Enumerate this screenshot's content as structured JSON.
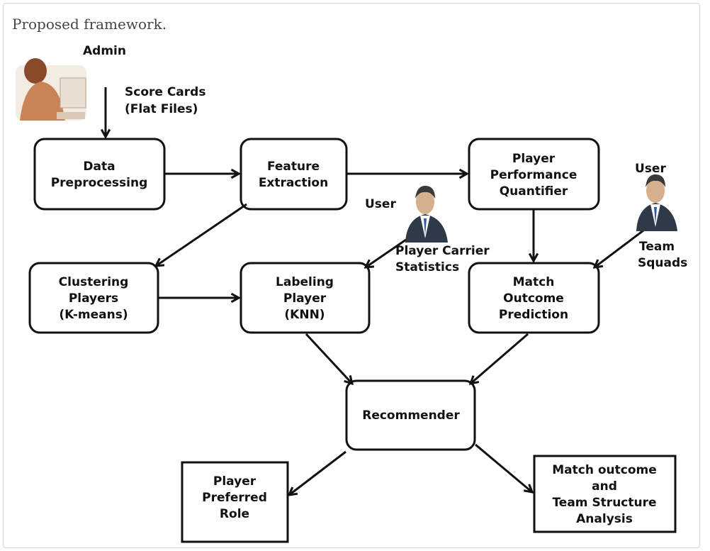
{
  "caption": "Proposed framework.",
  "actors": {
    "admin": "Admin",
    "user1": "User",
    "user2": "User"
  },
  "labels": {
    "score_cards_1": "Score Cards",
    "score_cards_2": "(Flat Files)",
    "career_1": "Player Carrier",
    "career_2": "Statistics",
    "squads_1": "Team",
    "squads_2": "Squads"
  },
  "boxes": {
    "data_preprocessing": [
      "Data",
      "Preprocessing"
    ],
    "feature_extraction": [
      "Feature",
      "Extraction"
    ],
    "performance_quantifier": [
      "Player",
      "Performance",
      "Quantifier"
    ],
    "clustering": [
      "Clustering",
      "Players",
      "(K-means)"
    ],
    "labeling": [
      "Labeling",
      "Player",
      "(KNN)"
    ],
    "match_prediction": [
      "Match",
      "Outcome",
      "Prediction"
    ],
    "recommender": [
      "Recommender"
    ],
    "preferred_role": [
      "Player",
      "Preferred",
      "Role"
    ],
    "analysis": [
      "Match outcome",
      "and",
      "Team Structure",
      "Analysis"
    ]
  }
}
